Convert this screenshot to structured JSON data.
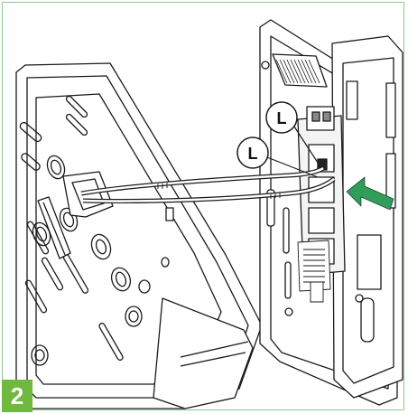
{
  "step": {
    "number": "2"
  },
  "callouts": {
    "top": "L",
    "bottom": "L"
  },
  "colors": {
    "accent_green": "#6fb93f",
    "border_green": "#8cc98c",
    "line": "#1a1a1a",
    "arrow": "#2e9e5a"
  }
}
